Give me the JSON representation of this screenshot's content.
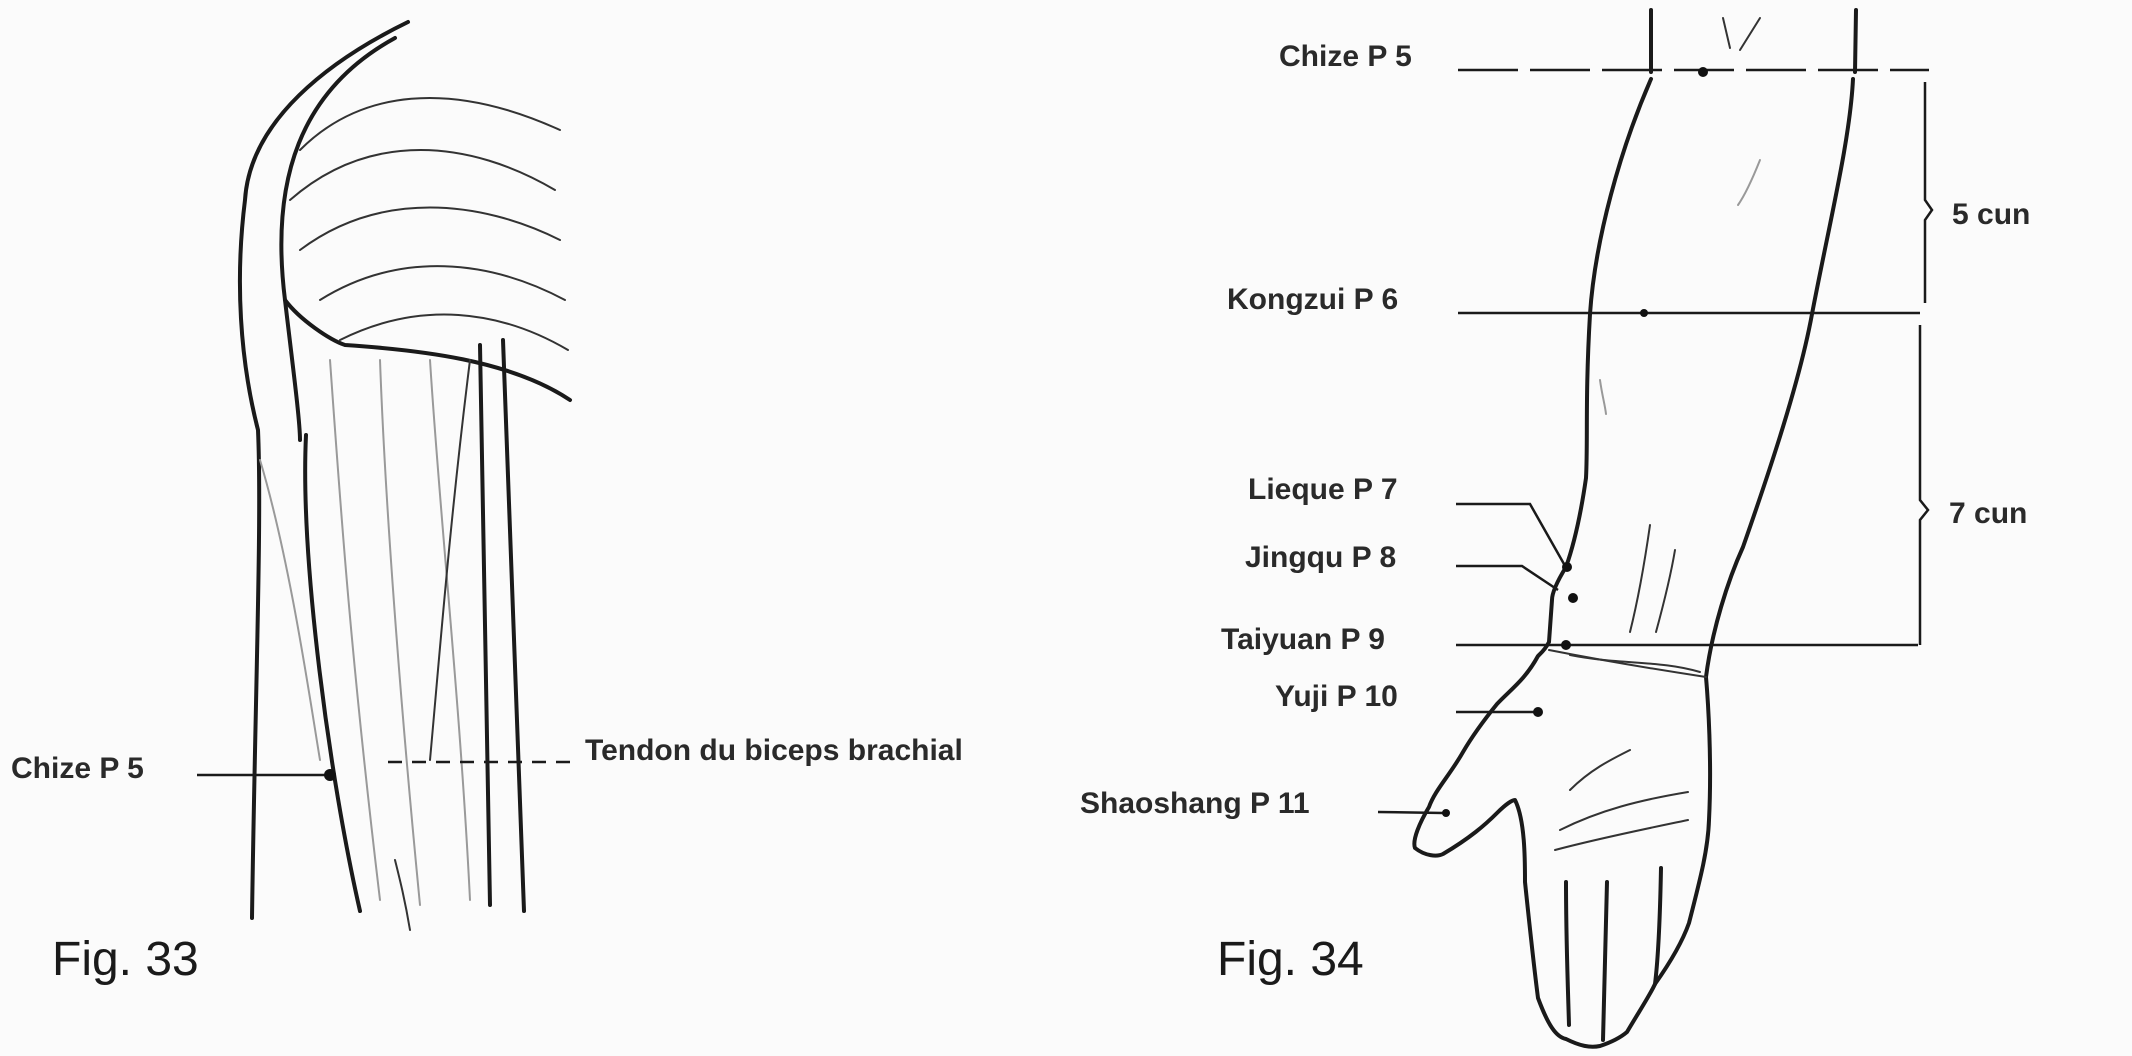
{
  "figure33": {
    "caption": "Fig. 33",
    "point_label": "Chize P 5",
    "tendon_label": "Tendon du biceps brachial"
  },
  "figure34": {
    "caption": "Fig. 34",
    "points": [
      {
        "label": "Chize P 5"
      },
      {
        "label": "Kongzui P 6"
      },
      {
        "label": "Lieque P 7"
      },
      {
        "label": "Jingqu P 8"
      },
      {
        "label": "Taiyuan P 9"
      },
      {
        "label": "Yuji P 10"
      },
      {
        "label": "Shaoshang P 11"
      }
    ],
    "measures": [
      {
        "label": "5 cun"
      },
      {
        "label": "7 cun"
      }
    ]
  }
}
